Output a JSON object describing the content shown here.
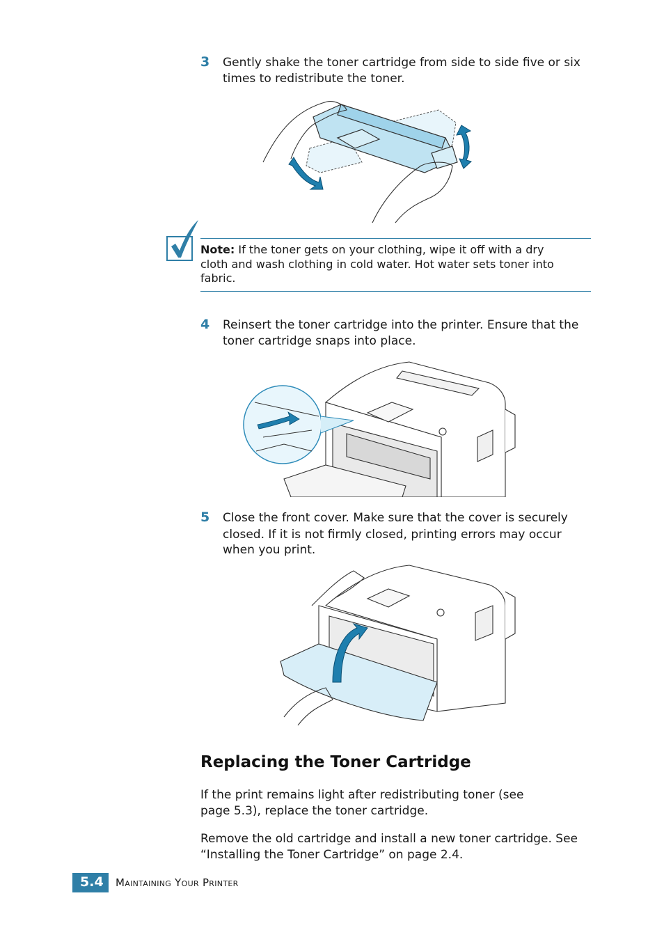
{
  "steps": [
    {
      "num": "3",
      "line1": "Gently shake the toner cartridge from side to side five or six",
      "line2": "times to redistribute the toner."
    },
    {
      "num": "4",
      "line1": "Reinsert the toner cartridge into the printer. Ensure that the",
      "line2": "toner cartridge snaps into place."
    },
    {
      "num": "5",
      "line1": "Close the front cover. Make sure that the cover is securely",
      "line2": "closed. If it is not firmly closed, printing errors may occur",
      "line3": "when you print."
    }
  ],
  "note": {
    "label": "Note:",
    "line1": "If the toner gets on your clothing, wipe it off with a dry",
    "line2": "cloth and wash clothing in cold water. Hot water sets toner into",
    "line3": "fabric."
  },
  "section": {
    "title": "Replacing the Toner Cartridge",
    "para1_line1": "If the print remains light after redistributing toner (see",
    "para1_line2": "page 5.3), replace the toner cartridge.",
    "para2_line1": "Remove the old cartridge and install a new toner cartridge. See",
    "para2_line2": "“Installing the Toner Cartridge” on page 2.4."
  },
  "footer": {
    "page_number": "5.4",
    "chapter_title": "Maintaining Your Printer"
  },
  "colors": {
    "accent": "#2f7fa7",
    "cartridge_fill": "#bfe3f2",
    "arrow": "#1f7fae"
  },
  "icons": [
    "checkmark-note-icon",
    "shake-arrow-icon",
    "insert-arrow-icon",
    "close-cover-arrow-icon"
  ]
}
